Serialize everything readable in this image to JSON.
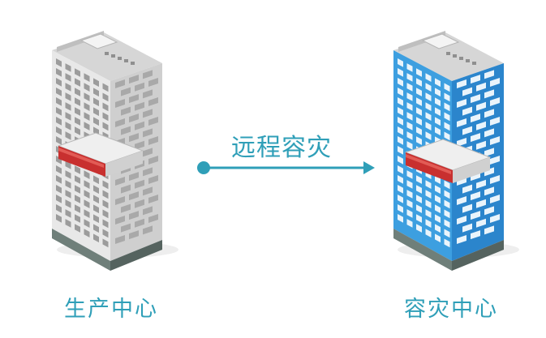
{
  "diagram": {
    "left_node": {
      "label": "生产中心"
    },
    "right_node": {
      "label": "容灾中心"
    },
    "connection": {
      "label": "远程容灾"
    }
  },
  "colors": {
    "accent": "#2f9fb8",
    "left_building_face": "#e8e8e8",
    "left_building_side": "#cfcfcf",
    "left_building_window": "#9c9c9c",
    "right_building_face": "#3d9fe0",
    "right_building_side": "#2b85cc",
    "right_building_window": "#eaf4fb",
    "server_red": "#c8302f",
    "server_body": "#d9d9d9"
  }
}
